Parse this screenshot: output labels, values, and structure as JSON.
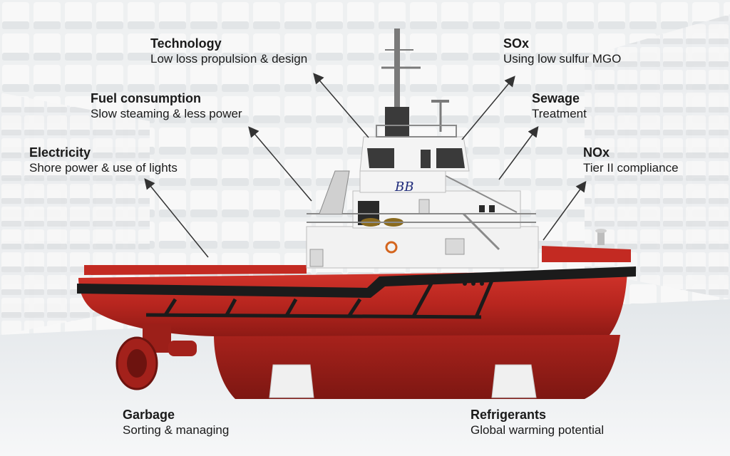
{
  "annotations": [
    {
      "id": "technology",
      "title": "Technology",
      "desc": "Low loss propulsion & design"
    },
    {
      "id": "fuel",
      "title": "Fuel consumption",
      "desc": "Slow steaming & less power"
    },
    {
      "id": "electricity",
      "title": "Electricity",
      "desc": "Shore power & use of lights"
    },
    {
      "id": "sox",
      "title": "SOx",
      "desc": "Using low sulfur MGO"
    },
    {
      "id": "sewage",
      "title": "Sewage",
      "desc": "Treatment"
    },
    {
      "id": "nox",
      "title": "NOx",
      "desc": "Tier II compliance"
    },
    {
      "id": "garbage",
      "title": "Garbage",
      "desc": "Sorting & managing"
    },
    {
      "id": "refrigerants",
      "title": "Refrigerants",
      "desc": "Global warming potential"
    }
  ],
  "logo_text": "BB",
  "colors": {
    "hull_red": "#b8261f",
    "hull_dark": "#8e1a15",
    "superstructure": "#f2f2f2",
    "fender": "#1b1b1b",
    "arrow": "#333333"
  }
}
